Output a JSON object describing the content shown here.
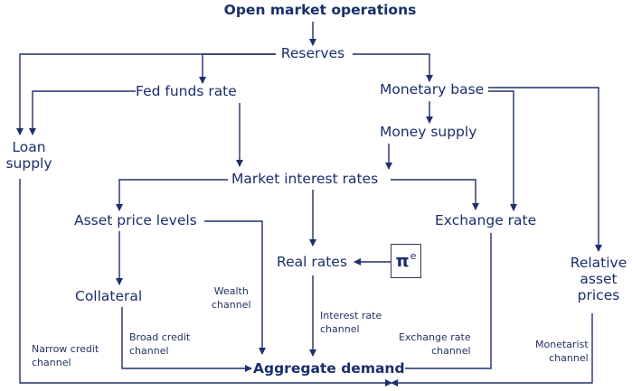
{
  "colors": {
    "text": "#1a2e6b",
    "caption": "#23325f",
    "arrow": "#1f2f6e"
  },
  "nodes": {
    "open_market": "Open market operations",
    "reserves": "Reserves",
    "fed_funds": "Fed funds rate",
    "monetary_base": "Monetary base",
    "loan_supply": [
      "Loan",
      "supply"
    ],
    "money_supply": "Money supply",
    "market_rates": "Market interest rates",
    "asset_price_levels": "Asset price levels",
    "exchange_rate": "Exchange rate",
    "real_rates": "Real rates",
    "pi_symbol": "π",
    "pi_superscript": "e",
    "relative_asset_prices": [
      "Relative",
      "asset",
      "prices"
    ],
    "collateral": "Collateral",
    "aggregate_demand": "Aggregate demand"
  },
  "channels": {
    "wealth": [
      "Wealth",
      "channel"
    ],
    "broad_credit": [
      "Broad credit",
      "channel"
    ],
    "interest_rate": [
      "Interest rate",
      "channel"
    ],
    "narrow_credit": [
      "Narrow credit",
      "channel"
    ],
    "exchange_rate": [
      "Exchange rate",
      "channel"
    ],
    "monetarist": [
      "Monetarist",
      "channel"
    ]
  }
}
